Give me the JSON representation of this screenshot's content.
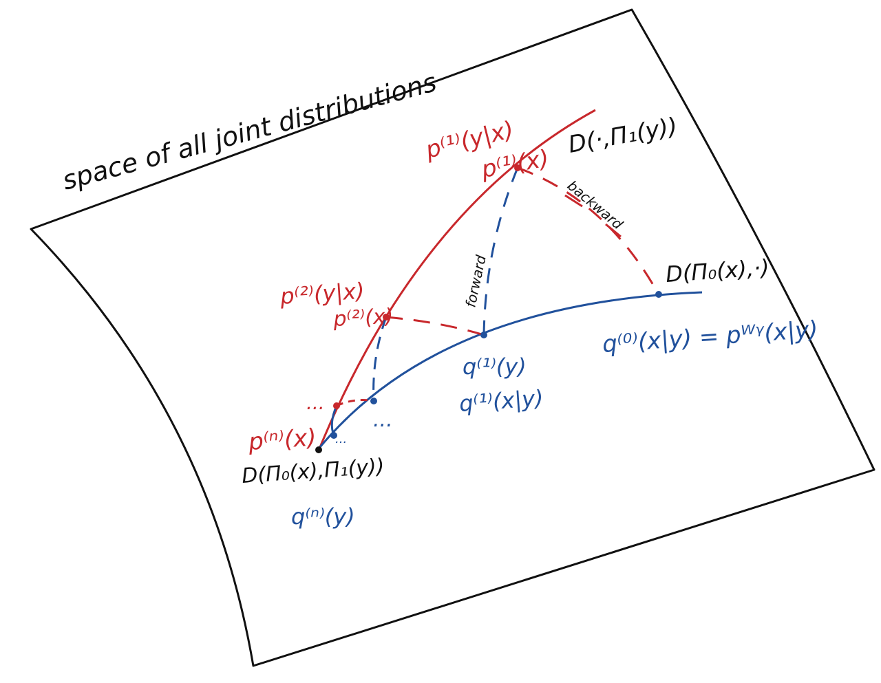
{
  "colors": {
    "ink": "#111111",
    "red": "#c8282c",
    "blue": "#21519c",
    "background": "#ffffff"
  },
  "title": "space of all joint distributions",
  "curves": {
    "red_curve_label": "D(·,Π₁(y))",
    "blue_curve_label": "D(Π₀(x),·)"
  },
  "edges": {
    "forward_label": "forward",
    "backward_label": "backward"
  },
  "labels": {
    "p1_y_given_x": "p⁽¹⁾(y|x)",
    "p1_x": "p⁽¹⁾(x)",
    "p2_y_given_x": "p⁽²⁾(y|x)",
    "p2_x": "p⁽²⁾(x)",
    "pn_x": "p⁽ⁿ⁾(x)",
    "q0_x_given_y": "q⁽⁰⁾(x|y) = pᵂᵞ(x|y)",
    "q1_y": "q⁽¹⁾(y)",
    "q1_x_given_y": "q⁽¹⁾(x|y)",
    "qn_y": "q⁽ⁿ⁾(y)",
    "limit_point": "D(Π₀(x),Π₁(y))",
    "ellipsis_red": "...",
    "ellipsis_blue": "...",
    "ellipsis_small": "..."
  }
}
